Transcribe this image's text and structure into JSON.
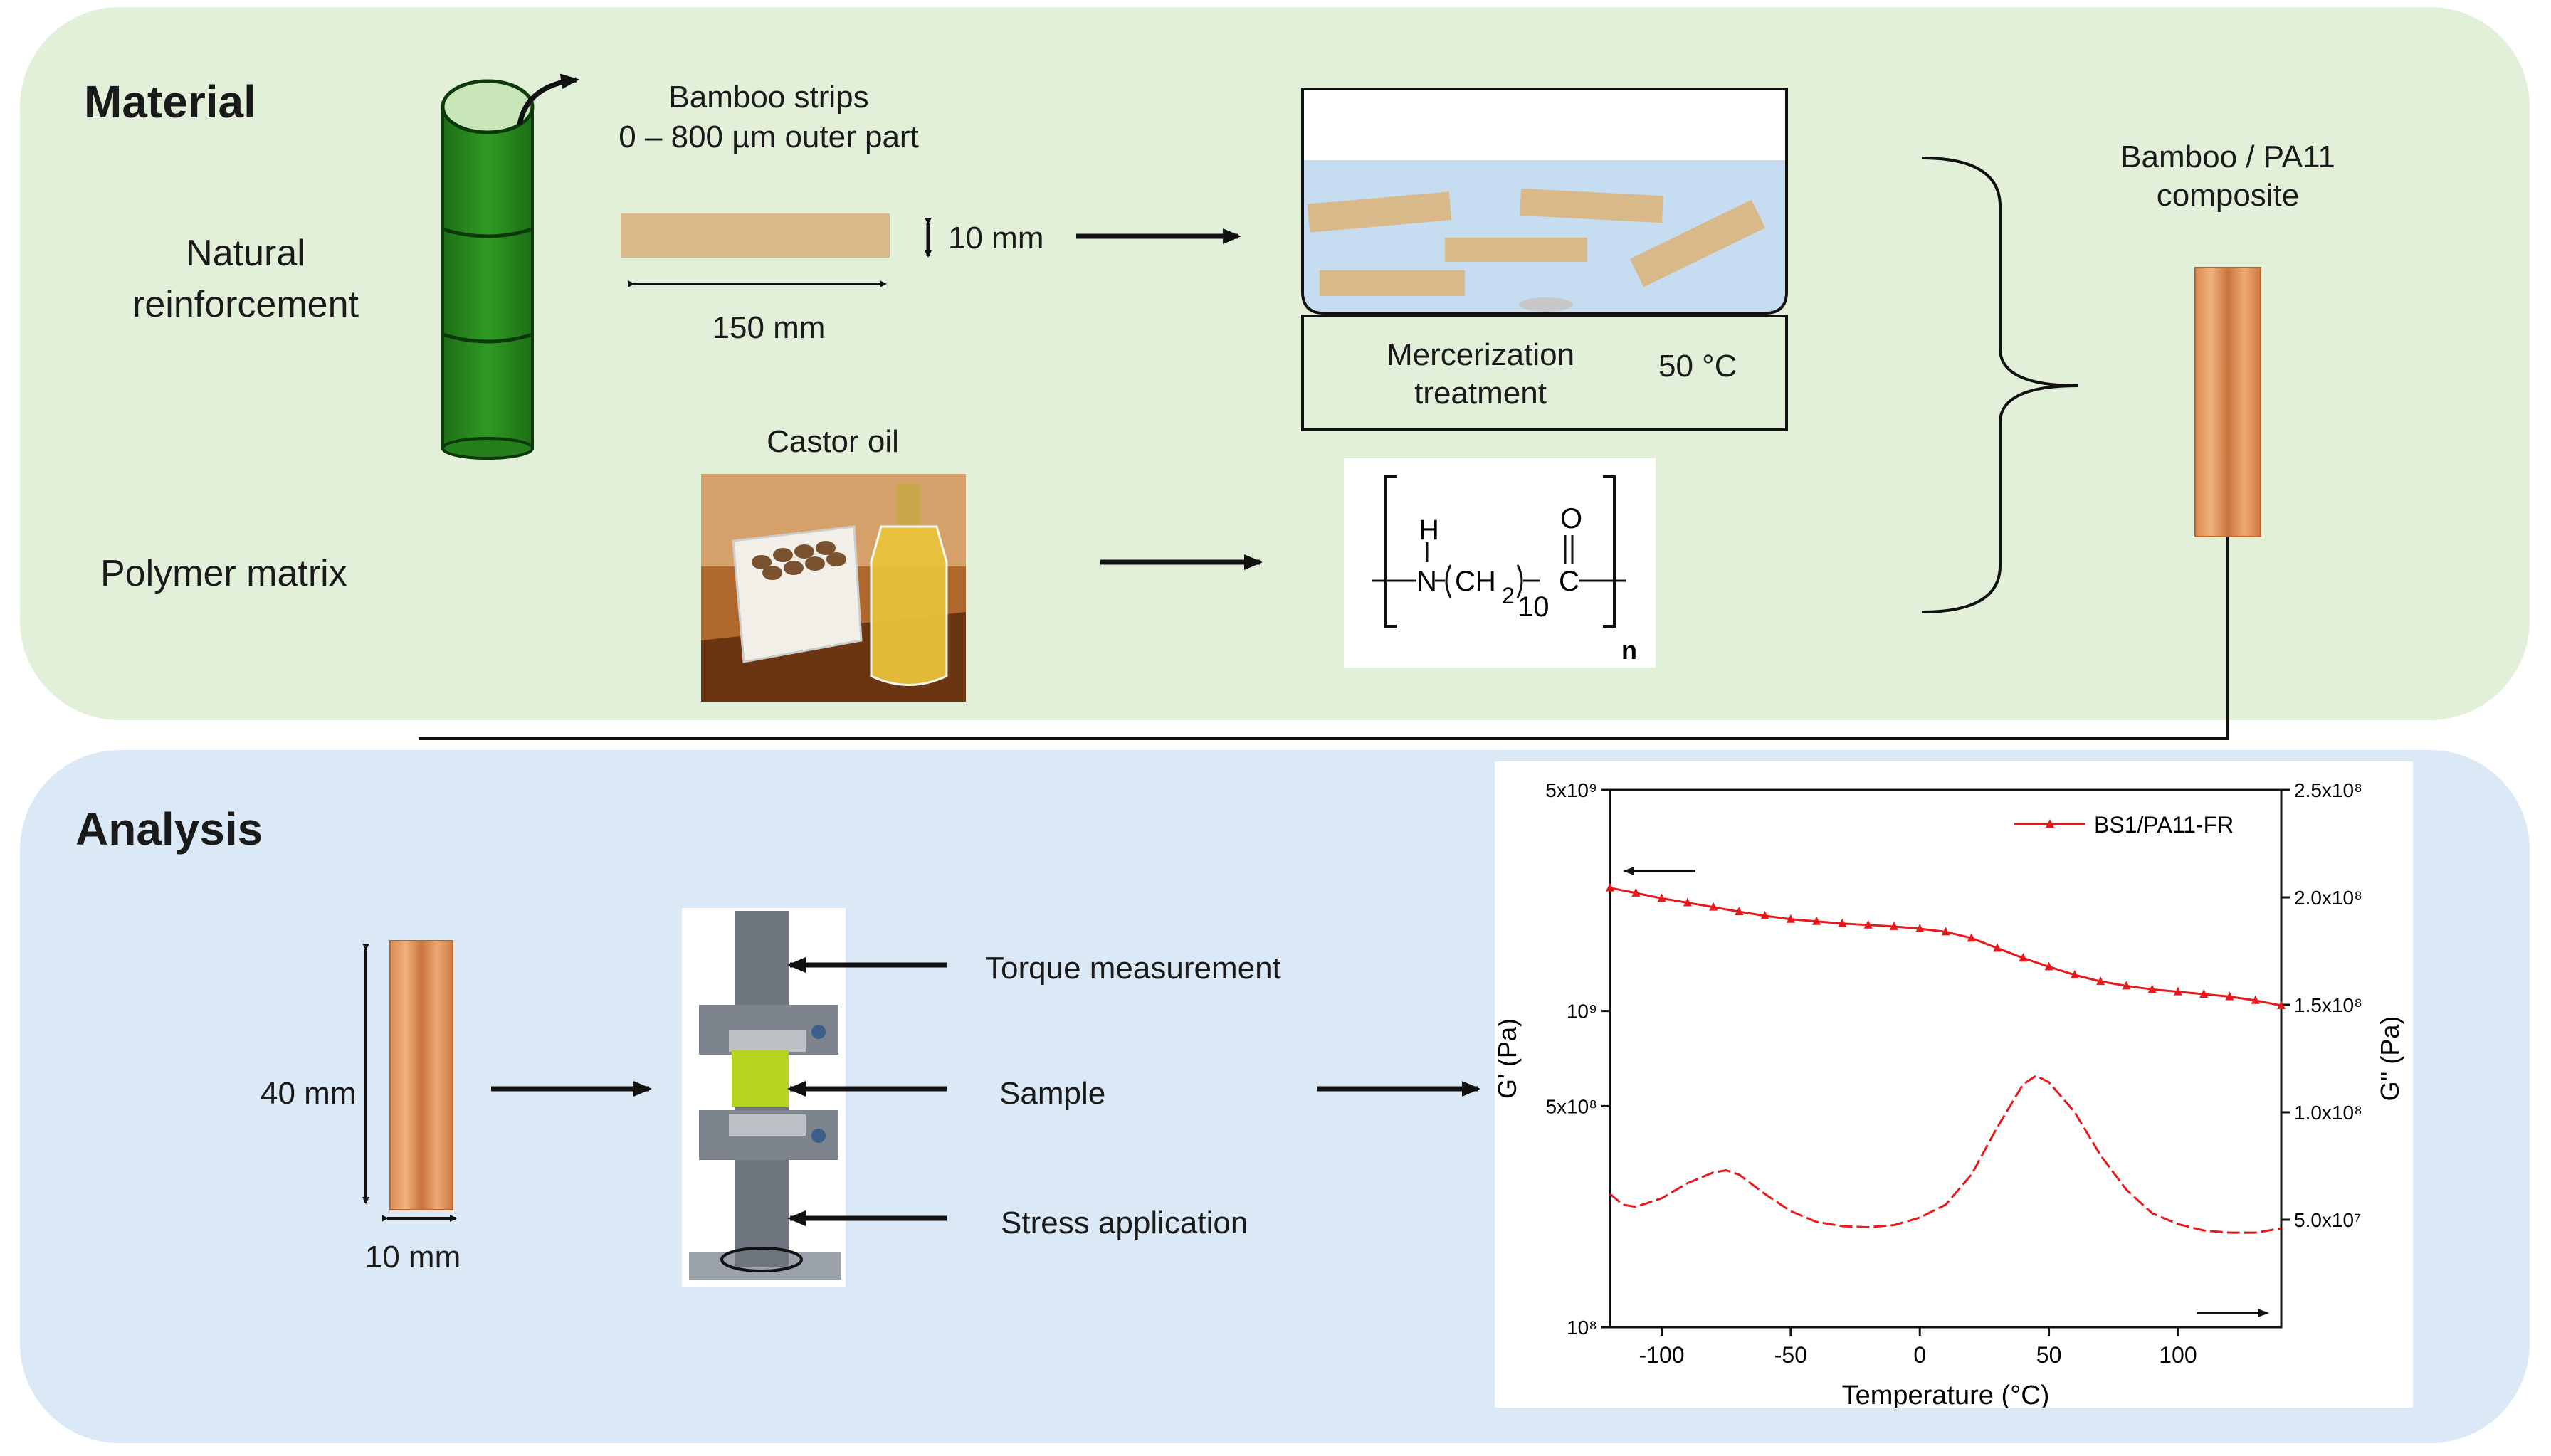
{
  "material": {
    "heading": "Material",
    "natural_reinforcement": [
      "Natural",
      "reinforcement"
    ],
    "polymer_matrix": "Polymer matrix",
    "bamboo_strips": [
      "Bamboo strips",
      "0 – 800 µm outer part"
    ],
    "strip_width": "10 mm",
    "strip_length": "150 mm",
    "castor_oil": "Castor oil",
    "mercerization": [
      "Mercerization",
      "treatment"
    ],
    "temperature": "50 °C",
    "composite": [
      "Bamboo / PA11",
      "composite"
    ],
    "pa11_formula": {
      "h": "H",
      "n_atom": "N",
      "ch": "CH",
      "sub2": "2",
      "sub10": "10",
      "o": "O",
      "c": "C",
      "n_repeat": "n"
    }
  },
  "analysis": {
    "heading": "Analysis",
    "sample_length": "40 mm",
    "sample_width": "10 mm",
    "torque": "Torque measurement",
    "sample": "Sample",
    "stress": "Stress application"
  },
  "colors": {
    "material_bg": "#e2f0d9",
    "analysis_bg": "#dbe9f6",
    "bamboo_green": "#2a8c1e",
    "strip_tan": "#d9b98a",
    "water_blue": "#c6dcf0",
    "curve_red": "#e8191c"
  },
  "chart_data": {
    "type": "line",
    "title": "",
    "xlabel": "Temperature (°C)",
    "ylabel_left": "G' (Pa)",
    "ylabel_right": "G'' (Pa)",
    "xlim": [
      -120,
      140
    ],
    "x_ticks": [
      "-100",
      "-50",
      "0",
      "50",
      "100"
    ],
    "x_tick_values": [
      -100,
      -50,
      0,
      50,
      100
    ],
    "ylim_left": [
      100000000,
      5000000000
    ],
    "y_left_scale": "log",
    "y_left_ticks": [
      "10⁸",
      "5x10⁸",
      "10⁹",
      "5x10⁹"
    ],
    "y_left_tick_values": [
      100000000,
      500000000,
      1000000000,
      5000000000
    ],
    "ylim_right": [
      0,
      250000000
    ],
    "y_right_ticks": [
      "5.0x10⁷",
      "1.0x10⁸",
      "1.5x10⁸",
      "2.0x10⁸",
      "2.5x10⁸"
    ],
    "y_right_tick_values": [
      50000000,
      100000000,
      150000000,
      200000000,
      250000000
    ],
    "legend": "top-right",
    "series": [
      {
        "name": "BS1/PA11-FR",
        "axis": "left",
        "style": "solid-triangles",
        "x": [
          -120,
          -110,
          -100,
          -90,
          -80,
          -70,
          -60,
          -50,
          -40,
          -30,
          -20,
          -10,
          0,
          10,
          20,
          30,
          40,
          50,
          60,
          70,
          80,
          90,
          100,
          110,
          120,
          130,
          140
        ],
        "y": [
          2450000000,
          2360000000,
          2270000000,
          2200000000,
          2130000000,
          2060000000,
          2000000000,
          1950000000,
          1920000000,
          1890000000,
          1870000000,
          1850000000,
          1820000000,
          1780000000,
          1700000000,
          1580000000,
          1470000000,
          1380000000,
          1300000000,
          1240000000,
          1200000000,
          1170000000,
          1150000000,
          1130000000,
          1110000000,
          1080000000,
          1040000000
        ]
      },
      {
        "axis": "right",
        "style": "dashed",
        "x": [
          -120,
          -115,
          -110,
          -100,
          -90,
          -80,
          -75,
          -70,
          -60,
          -50,
          -40,
          -30,
          -20,
          -10,
          0,
          10,
          20,
          30,
          40,
          45,
          50,
          60,
          70,
          80,
          90,
          100,
          110,
          120,
          130,
          140
        ],
        "y": [
          62000000,
          57000000,
          56000000,
          60000000,
          67000000,
          72000000,
          73000000,
          71000000,
          62000000,
          54000000,
          49000000,
          47000000,
          46500000,
          47500000,
          51000000,
          57000000,
          71000000,
          93000000,
          113000000,
          117000000,
          114000000,
          100000000,
          80000000,
          64000000,
          53000000,
          48000000,
          45000000,
          44000000,
          44000000,
          46000000
        ]
      }
    ]
  }
}
